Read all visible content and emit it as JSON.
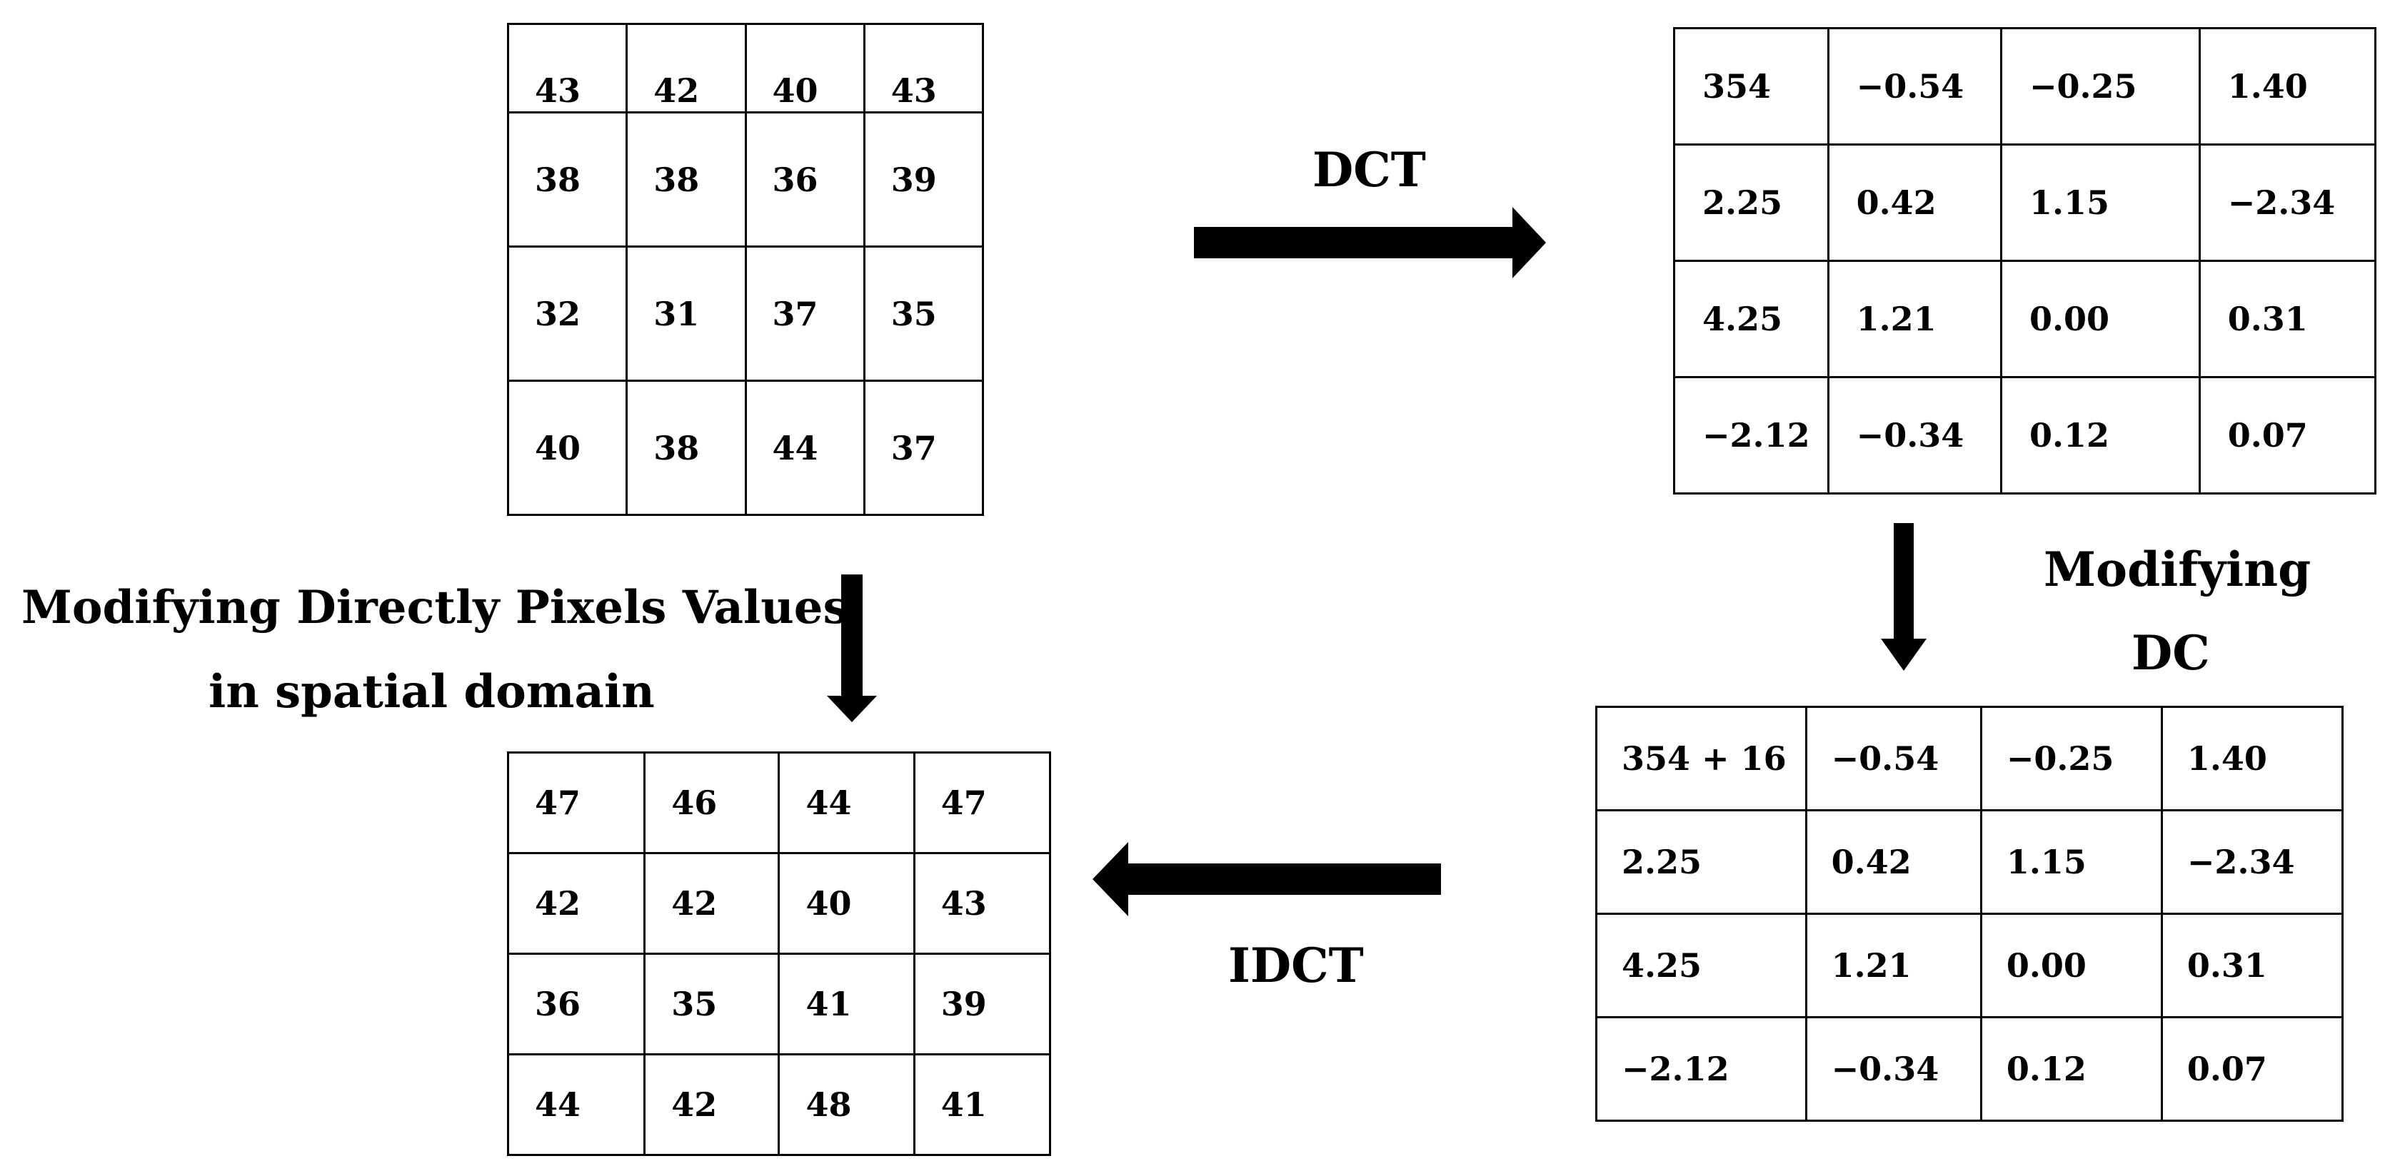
{
  "labels": {
    "dct": "DCT",
    "idct": "IDCT",
    "modifying_dc_line1": "Modifying",
    "modifying_dc_line2": "DC",
    "spatial_line1": "Modifying Directly Pixels Values",
    "spatial_line2": "in spatial domain"
  },
  "original_block": [
    [
      "43",
      "42",
      "40",
      "43"
    ],
    [
      "38",
      "38",
      "36",
      "39"
    ],
    [
      "32",
      "31",
      "37",
      "35"
    ],
    [
      "40",
      "38",
      "44",
      "37"
    ]
  ],
  "dct_block": [
    [
      "354",
      "−0.54",
      "−0.25",
      "1.40"
    ],
    [
      "2.25",
      "0.42",
      "1.15",
      "−2.34"
    ],
    [
      "4.25",
      "1.21",
      "0.00",
      "0.31"
    ],
    [
      "−2.12",
      "−0.34",
      "0.12",
      "0.07"
    ]
  ],
  "modified_dct_block": [
    [
      "354 + 16",
      "−0.54",
      "−0.25",
      "1.40"
    ],
    [
      "2.25",
      "0.42",
      "1.15",
      "−2.34"
    ],
    [
      "4.25",
      "1.21",
      "0.00",
      "0.31"
    ],
    [
      "−2.12",
      "−0.34",
      "0.12",
      "0.07"
    ]
  ],
  "result_block": [
    [
      "47",
      "46",
      "44",
      "47"
    ],
    [
      "42",
      "42",
      "40",
      "43"
    ],
    [
      "36",
      "35",
      "41",
      "39"
    ],
    [
      "44",
      "42",
      "48",
      "41"
    ]
  ],
  "colors": {
    "ink": "#000000",
    "background": "#ffffff"
  }
}
